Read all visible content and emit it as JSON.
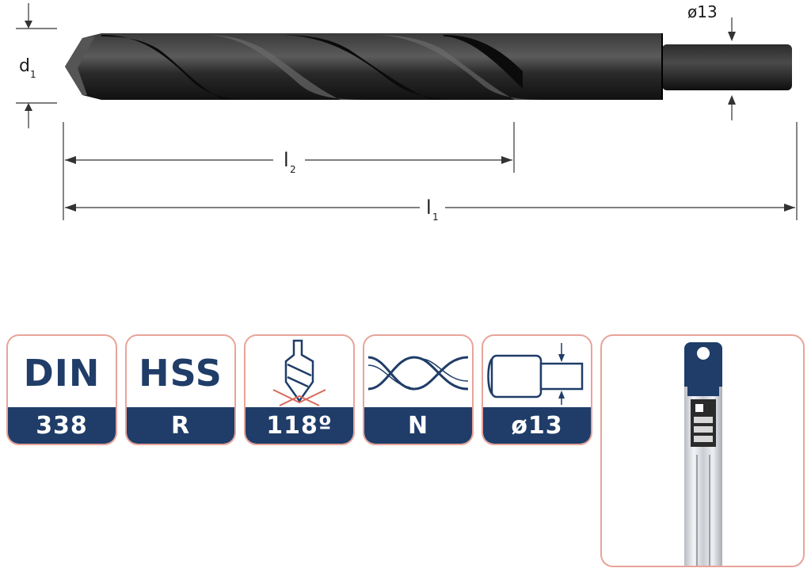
{
  "diagram": {
    "labels": {
      "d1": "d",
      "d1_sub": "1",
      "shank": "ø13",
      "l2": "l",
      "l2_sub": "2",
      "l1": "l",
      "l1_sub": "1"
    }
  },
  "badges": [
    {
      "name": "din",
      "top": "DIN",
      "bottom": "338"
    },
    {
      "name": "material",
      "top": "HSS",
      "bottom": "R"
    },
    {
      "name": "point-angle",
      "icon": "point-angle-icon",
      "bottom": "118º"
    },
    {
      "name": "type",
      "icon": "helix-type-icon",
      "bottom": "N"
    },
    {
      "name": "shank",
      "icon": "reduced-shank-icon",
      "bottom": "ø13"
    }
  ],
  "colors": {
    "navy": "#1f3d68",
    "badge_border": "#e8a49a",
    "drill_black": "#1c1c1c"
  },
  "package": {
    "icon": "packaging-tube-icon"
  }
}
